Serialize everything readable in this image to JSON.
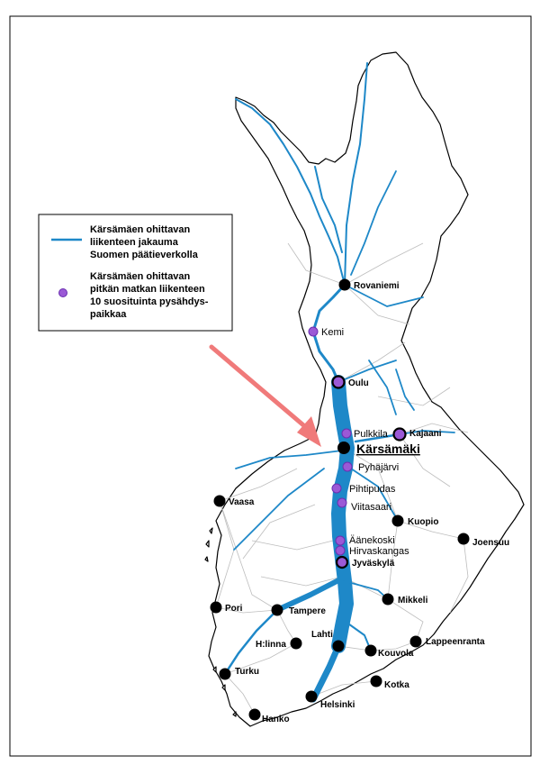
{
  "legend": {
    "flow_lines": [
      "Kärsämäen ohittavan",
      "liikenteen jakauma",
      "Suomen päätieverkolla"
    ],
    "stop_lines": [
      "Kärsämäen ohittavan",
      "pitkän matkan liikenteen",
      "10 suosituinta pysähdys-",
      "paikkaa"
    ]
  },
  "focus_place": "Kärsämäki",
  "cities": [
    {
      "name": "Rovaniemi"
    },
    {
      "name": "Oulu"
    },
    {
      "name": "Kajaani"
    },
    {
      "name": "Vaasa"
    },
    {
      "name": "Kuopio"
    },
    {
      "name": "Joensuu"
    },
    {
      "name": "Jyväskylä"
    },
    {
      "name": "Mikkeli"
    },
    {
      "name": "Pori"
    },
    {
      "name": "Tampere"
    },
    {
      "name": "Lappeenranta"
    },
    {
      "name": "Lahti"
    },
    {
      "name": "Kouvola"
    },
    {
      "name": "H:linna"
    },
    {
      "name": "Turku"
    },
    {
      "name": "Kotka"
    },
    {
      "name": "Helsinki"
    },
    {
      "name": "Hanko"
    }
  ],
  "stops": [
    {
      "name": "Kemi"
    },
    {
      "name": "Pulkkila"
    },
    {
      "name": "Pyhäjärvi"
    },
    {
      "name": "Pihtipudas"
    },
    {
      "name": "Viitasaari"
    },
    {
      "name": "Äänekoski"
    },
    {
      "name": "Hirvaskangas"
    }
  ],
  "colors": {
    "flow": "#1e88c8",
    "stop": "#9b59d6",
    "arrow": "#f07a7a",
    "city": "#000000"
  }
}
